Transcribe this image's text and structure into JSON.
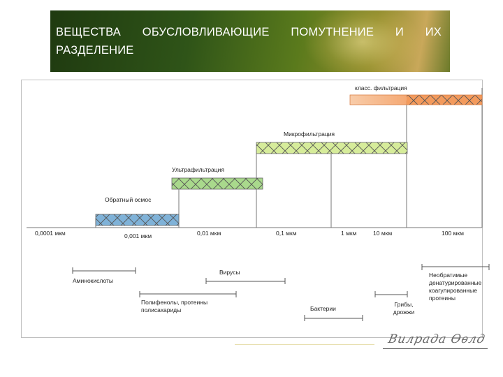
{
  "slide": {
    "title": "ВЕЩЕСТВА  ОБУСЛОВЛИВАЮЩИЕ  ПОМУТНЕНИЕ  И  ИХ РАЗДЕЛЕНИЕ",
    "signature": "Вилрада Ѳѳлд"
  },
  "filtration": {
    "classic": {
      "label": "класс. фильтрация",
      "color": "#f6b07c"
    },
    "micro": {
      "label": "Микрофильтрация",
      "color": "#d6ec9a"
    },
    "ultra": {
      "label": "Ультрафильтрация",
      "color": "#a9d98c"
    },
    "ro": {
      "label": "Обратный осмос",
      "color": "#7fb2d8"
    }
  },
  "scale": {
    "ticks": [
      "0,0001 мкм",
      "0,001 мкм",
      "0,01 мкм",
      "0,1 мкм",
      "1 мкм",
      "10 мкм",
      "100 мкм"
    ]
  },
  "substances": {
    "amino": "Аминокислоты",
    "viruses": "Вирусы",
    "polyphenols": "Полифенолы, протеины полисахариды",
    "bacteria": "Бактерии",
    "fungi": "Грибы, дрожжи",
    "proteins": "Необратимые денатурированные коагулированные протеины"
  }
}
